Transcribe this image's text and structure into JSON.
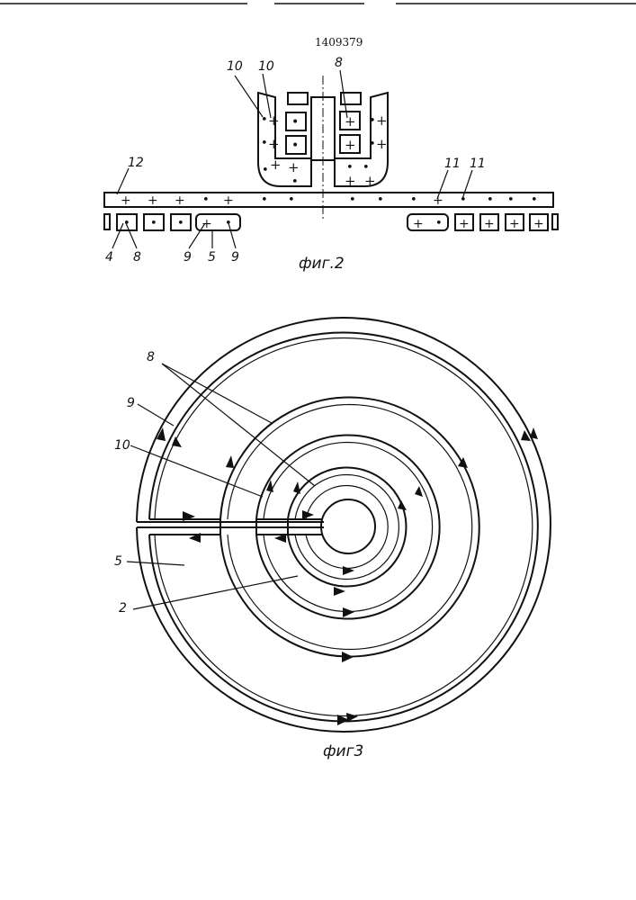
{
  "page_number": "1409379",
  "fig2": {
    "caption": "фиг.2",
    "labels": {
      "l10a": "10",
      "l10b": "10",
      "l8top": "8",
      "l12": "12",
      "l11a": "11",
      "l11b": "11",
      "l4": "4",
      "l8bot": "8",
      "l9a": "9",
      "l5": "5",
      "l9b": "9"
    }
  },
  "fig3": {
    "caption": "фиг3",
    "labels": {
      "l8": "8",
      "l9": "9",
      "l10": "10",
      "l5": "5",
      "l2": "2"
    }
  },
  "symbols": {
    "plus": "+",
    "dot": "•"
  }
}
